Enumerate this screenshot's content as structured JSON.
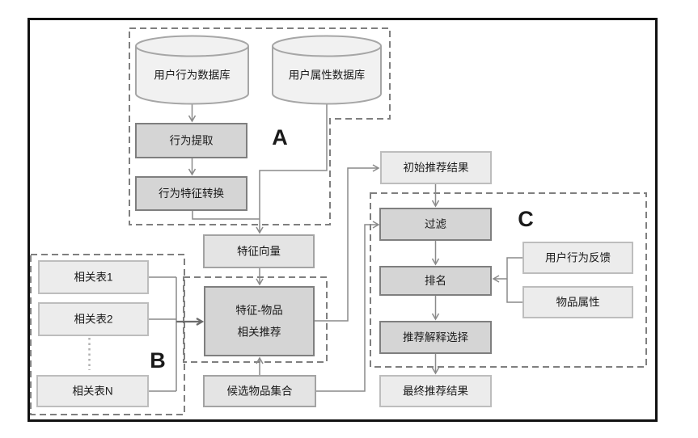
{
  "diagram": {
    "group_labels": {
      "a": "A",
      "b": "B",
      "c": "C"
    },
    "nodes": {
      "user_behavior_db": "用户行为数据库",
      "user_attr_db": "用户属性数据库",
      "behavior_extraction": "行为提取",
      "behavior_feature_transform": "行为特征转换",
      "feature_vector": "特征向量",
      "related_table_1": "相关表1",
      "related_table_2": "相关表2",
      "related_table_n": "相关表N",
      "feature_item_rec_line1": "特征-物品",
      "feature_item_rec_line2": "相关推荐",
      "candidate_item_set": "候选物品集合",
      "initial_rec_result": "初始推荐结果",
      "filter": "过滤",
      "ranking": "排名",
      "rec_explanation_selection": "推荐解释选择",
      "final_rec_result": "最终推荐结果",
      "user_behavior_feedback": "用户行为反馈",
      "item_attributes": "物品属性"
    },
    "colors": {
      "outer_border": "#111111",
      "dashed_group_stroke": "#7f7f7f",
      "cylinder_fill": "#f1f1f1",
      "cylinder_stroke": "#a6a6a6",
      "box_dark_fill": "#d5d5d5",
      "box_dark_stroke": "#7f7f7f",
      "box_mid_fill": "#e4e4e4",
      "box_mid_stroke": "#a3a3a3",
      "box_light_fill": "#ececec",
      "box_light_stroke": "#bdbdbd",
      "connector_stroke": "#8a8a8a",
      "text": "#1a1a1a",
      "background": "#ffffff"
    }
  }
}
